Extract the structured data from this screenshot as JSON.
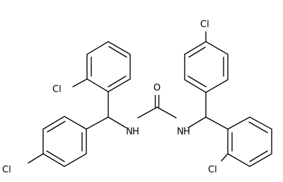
{
  "molecule": {
    "atom_labels": {
      "oxygen": "O",
      "nitrogen_left": "N",
      "hydrogen_left": "H",
      "nitrogen_right": "N",
      "hydrogen_right": "H",
      "chlorine_1": "Cl",
      "chlorine_2": "Cl",
      "chlorine_3": "Cl",
      "chlorine_4": "Cl"
    },
    "bond_color": "#000000",
    "label_color": "#000000"
  }
}
